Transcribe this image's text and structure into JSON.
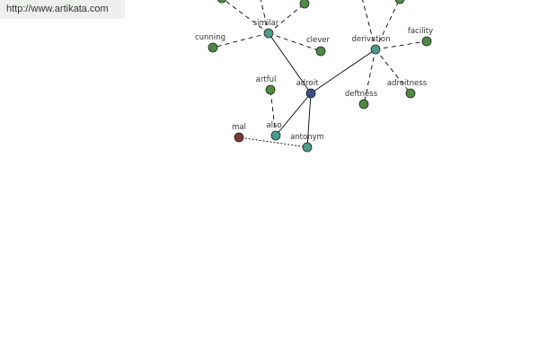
{
  "header": {
    "url": "http://www.artikata.com"
  },
  "colors": {
    "leaf": "#4f8a43",
    "relation": "#4e9a8c",
    "center": "#3b4f8a",
    "opposite": "#7a3a35",
    "edge": "#000000"
  },
  "graph": {
    "nodes": [
      {
        "id": "adroit",
        "label": "adroit",
        "kind": "center"
      },
      {
        "id": "similar",
        "label": "similar",
        "kind": "relation"
      },
      {
        "id": "derivation",
        "label": "derivation",
        "kind": "relation"
      },
      {
        "id": "also",
        "label": "also",
        "kind": "relation"
      },
      {
        "id": "antonym",
        "label": "antonym",
        "kind": "relation"
      },
      {
        "id": "cunning",
        "label": "cunning",
        "kind": "leaf"
      },
      {
        "id": "clever",
        "label": "clever",
        "kind": "leaf"
      },
      {
        "id": "sim-top-a",
        "label": "",
        "kind": "leaf"
      },
      {
        "id": "sim-top-b",
        "label": "",
        "kind": "leaf"
      },
      {
        "id": "facility",
        "label": "facility",
        "kind": "leaf"
      },
      {
        "id": "deftness",
        "label": "deftness",
        "kind": "leaf"
      },
      {
        "id": "adroitness",
        "label": "adroitness",
        "kind": "leaf"
      },
      {
        "id": "der-top",
        "label": "",
        "kind": "leaf"
      },
      {
        "id": "artful",
        "label": "artful",
        "kind": "leaf"
      },
      {
        "id": "mal",
        "label": "mal",
        "kind": "opposite"
      }
    ],
    "edges": [
      {
        "from": "adroit",
        "to": "similar",
        "style": "solid"
      },
      {
        "from": "adroit",
        "to": "derivation",
        "style": "solid"
      },
      {
        "from": "adroit",
        "to": "also",
        "style": "solid"
      },
      {
        "from": "adroit",
        "to": "antonym",
        "style": "solid"
      },
      {
        "from": "similar",
        "to": "cunning",
        "style": "dashed"
      },
      {
        "from": "similar",
        "to": "clever",
        "style": "dashed"
      },
      {
        "from": "similar",
        "to": "sim-top-a",
        "style": "dashed"
      },
      {
        "from": "similar",
        "to": "sim-top-b",
        "style": "dashed"
      },
      {
        "from": "similar",
        "to": "offscreen-1",
        "style": "dashed"
      },
      {
        "from": "derivation",
        "to": "facility",
        "style": "dashed"
      },
      {
        "from": "derivation",
        "to": "deftness",
        "style": "dashed"
      },
      {
        "from": "derivation",
        "to": "adroitness",
        "style": "dashed"
      },
      {
        "from": "derivation",
        "to": "der-top",
        "style": "dashed"
      },
      {
        "from": "derivation",
        "to": "offscreen-2",
        "style": "dashed"
      },
      {
        "from": "also",
        "to": "artful",
        "style": "dashed"
      },
      {
        "from": "antonym",
        "to": "mal",
        "style": "dotted"
      }
    ]
  }
}
